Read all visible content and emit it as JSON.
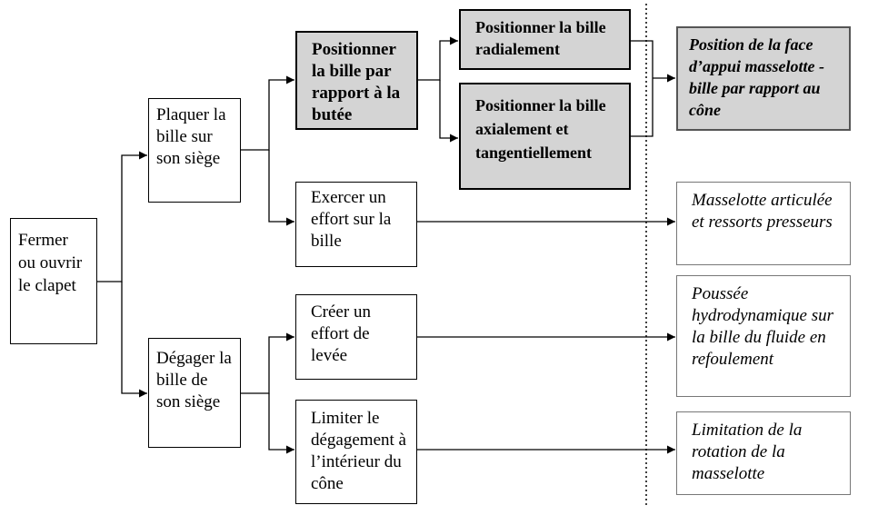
{
  "nodes": {
    "fermer": "Fermer ou ouvrir le clapet",
    "plaquer": "Plaquer la bille sur son siège",
    "degager": "Dégager la bille de son siège",
    "positionner_butee": "Positionner la bille par rapport à la butée",
    "exercer": "Exercer un effort sur la bille",
    "creer": "Créer un effort de levée",
    "limiter": "Limiter le dégagement à l’intérieur du cône",
    "radial": "Positionner la bille radialement",
    "axial": "Positionner la bille axialement et tangentiellement"
  },
  "solutions": {
    "position_face": "Position de la face d’appui masselotte -bille par rapport au cône",
    "masselotte": "Masselotte articulée et ressorts presseurs",
    "poussee": "Poussée hydrodynamique sur la bille du fluide en refoulement",
    "limitation": "Limitation de la rotation de la masselotte"
  }
}
